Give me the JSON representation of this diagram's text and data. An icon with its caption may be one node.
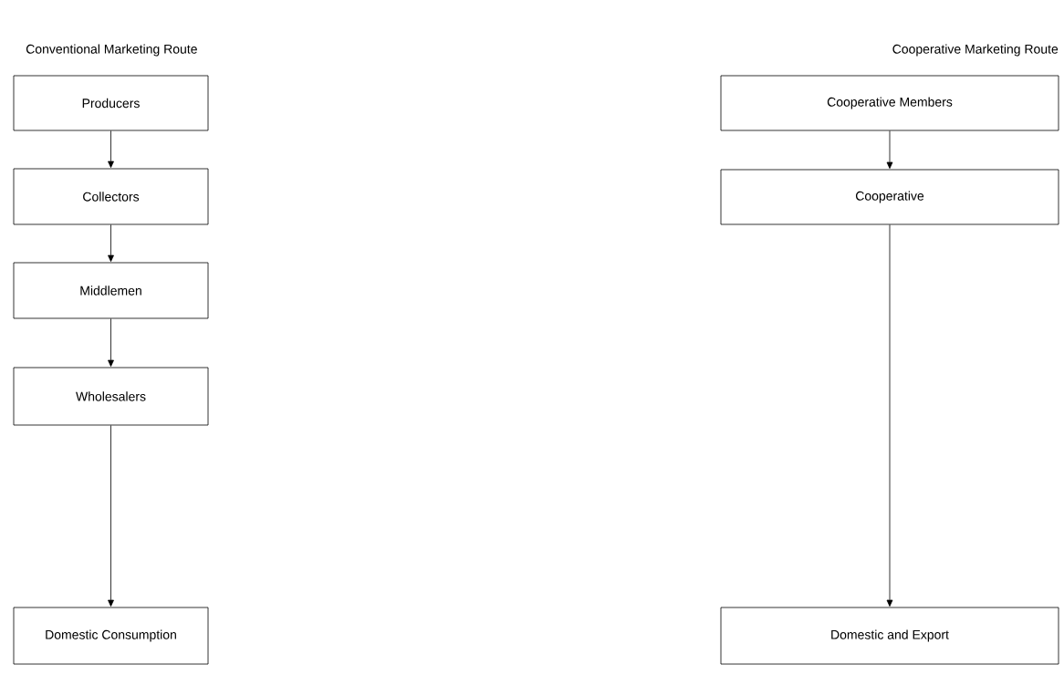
{
  "diagram": {
    "nodes": [
      {
        "text": [
          "Producers"
        ]
      },
      {
        "text": [
          "Collectors"
        ]
      },
      {
        "text": [
          "Middlemen"
        ]
      },
      {
        "text": [
          "Wholesalers"
        ]
      },
      {
        "text": [
          "Domestic Consumption"
        ]
      },
      {
        "text": [
          "Cooperative Members"
        ]
      },
      {
        "text": [
          "Cooperative"
        ]
      },
      {
        "text": [
          "Domestic and Export"
        ]
      }
    ],
    "edges": [
      {
        "from": 0,
        "to": 1,
        "arrow": "to"
      },
      {
        "from": 1,
        "to": 2,
        "arrow": "to"
      },
      {
        "from": 2,
        "to": 3,
        "arrow": "to"
      },
      {
        "from": 3,
        "to": 4,
        "arrow": "to"
      },
      {
        "from": 5,
        "to": 6,
        "arrow": "to"
      },
      {
        "from": 6,
        "to": 7,
        "arrow": "to"
      }
    ],
    "labels": [
      "Conventional Marketing Route",
      "Cooperative Marketing Route"
    ]
  }
}
